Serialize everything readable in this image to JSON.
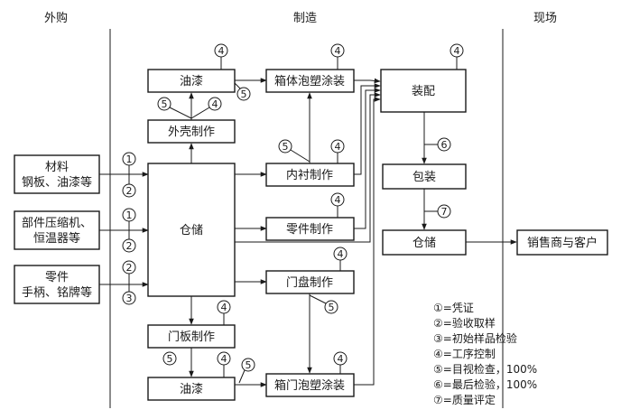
{
  "sections": {
    "outsourcing": "外购",
    "manufacturing": "制造",
    "site": "现场"
  },
  "boxes": {
    "materials_1": "材料",
    "materials_2": "钢板、油漆等",
    "parts_1": "部件压缩机、",
    "parts_2": "恒温器等",
    "components_1": "零件",
    "components_2": "手柄、铭牌等",
    "storage": "仓储",
    "paint_top": "油漆",
    "shell": "外壳制作",
    "box_foam": "箱体泡塑涂装",
    "liner": "内衬制作",
    "parts_make": "零件制作",
    "door_tray": "门盘制作",
    "door_panel": "门板制作",
    "paint_bottom": "油漆",
    "door_foam": "箱门泡塑涂装",
    "assembly": "装配",
    "packaging": "包装",
    "storage2": "仓储",
    "dealer": "销售商与客户"
  },
  "circles": {
    "c1": "1",
    "c2": "2",
    "c3": "3",
    "c4": "4",
    "c5": "5",
    "c6": "6",
    "c7": "7"
  },
  "legend": [
    "①=凭证",
    "②=验收取样",
    "③=初始样品检验",
    "④=工序控制",
    "⑤=目视检查，100%",
    "⑥=最后检验，100%",
    "⑦=质量评定"
  ]
}
